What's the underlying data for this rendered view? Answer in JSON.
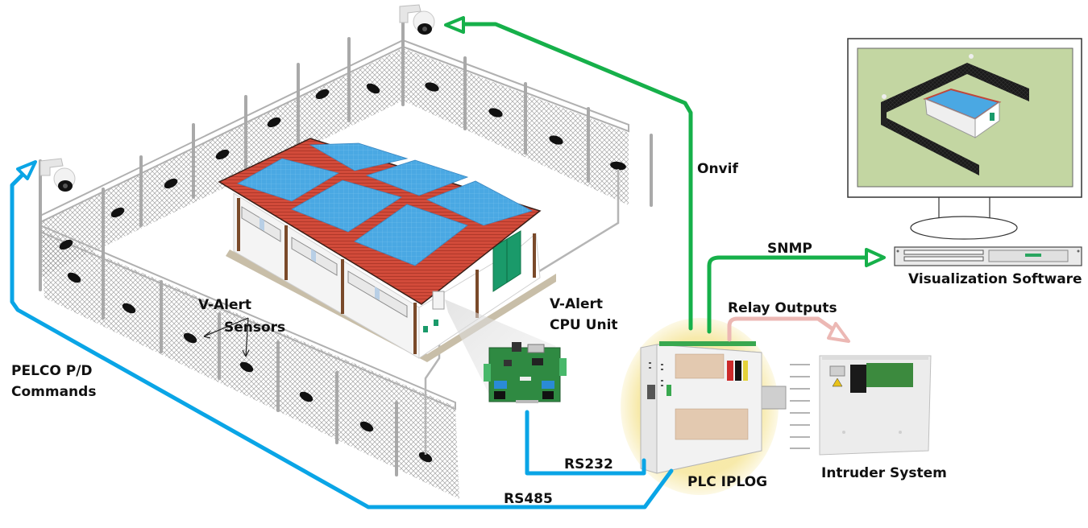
{
  "diagram": {
    "type": "system-architecture",
    "colors": {
      "serial_link": "#0aa5e6",
      "ip_link": "#16b04a",
      "relay_link": "#ecb8b4",
      "roof": "#d24b3a",
      "solar_panel": "#4aa8e3",
      "door": "#1a9a6a",
      "monitor_screen": "#c3d6a2",
      "plc_glow": "#f6e7a0"
    },
    "labels": {
      "sensors_line1": "V-Alert",
      "sensors_line2": "Sensors",
      "cpu_line1": "V-Alert",
      "cpu_line2": "CPU Unit",
      "pelco_line1": "PELCO P/D",
      "pelco_line2": "Commands",
      "onvif": "Onvif",
      "snmp": "SNMP",
      "relay_outputs": "Relay Outputs",
      "visualization": "Visualization Software",
      "plc": "PLC IPLOG",
      "intruder": "Intruder System",
      "rs232": "RS232",
      "rs485": "RS485"
    },
    "nodes": [
      {
        "id": "ptz-camera-left",
        "kind": "PTZ camera"
      },
      {
        "id": "ptz-camera-top",
        "kind": "PTZ camera"
      },
      {
        "id": "perimeter-fence",
        "kind": "fence with V-Alert sensors"
      },
      {
        "id": "building",
        "kind": "warehouse with solar roof"
      },
      {
        "id": "v-alert-cpu-unit",
        "kind": "controller board"
      },
      {
        "id": "plc-iplog",
        "kind": "PLC"
      },
      {
        "id": "intruder-system",
        "kind": "alarm panel"
      },
      {
        "id": "visualization-software",
        "kind": "monitor + server"
      }
    ],
    "links": [
      {
        "from": "v-alert-cpu-unit",
        "to": "plc-iplog",
        "protocol": "RS232"
      },
      {
        "from": "plc-iplog",
        "to": "ptz-camera-left",
        "protocol": "RS485",
        "note": "PELCO P/D Commands"
      },
      {
        "from": "plc-iplog",
        "to": "ptz-camera-top",
        "protocol": "Onvif"
      },
      {
        "from": "plc-iplog",
        "to": "visualization-software",
        "protocol": "SNMP"
      },
      {
        "from": "plc-iplog",
        "to": "intruder-system",
        "protocol": "Relay Outputs"
      }
    ]
  }
}
